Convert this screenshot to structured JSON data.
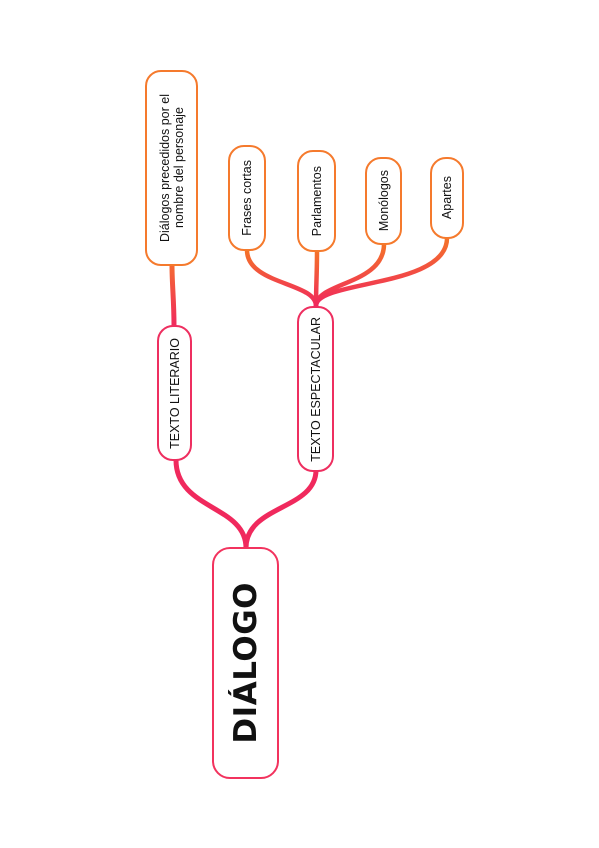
{
  "diagram": {
    "root": {
      "label": "DIÁLOGO"
    },
    "branches": [
      {
        "label": "TEXTO LITERARIO",
        "children": [
          {
            "label_line1": "Diálogos precedidos por el",
            "label_line2": "nombre del personaje"
          }
        ]
      },
      {
        "label": "TEXTO ESPECTACULAR",
        "children": [
          {
            "label": "Frases cortas"
          },
          {
            "label": "Parlamentos"
          },
          {
            "label": "Monólogos"
          },
          {
            "label": "Apartes"
          }
        ]
      }
    ],
    "colors": {
      "root_border": "#f2335e",
      "branch_connector": "#f0295d",
      "leaf_border": "#f57a2d",
      "leaf_connector": "#f47328"
    }
  }
}
